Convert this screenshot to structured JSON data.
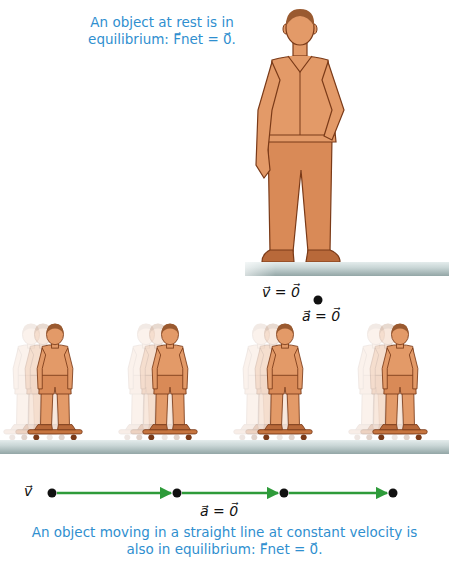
{
  "diagram": {
    "labels": [
      "An object at rest is in equilibrium: F⃗net = 0⃗.",
      "v⃗ = 0⃗",
      "a⃗ = 0⃗",
      "v⃗",
      "a⃗ = 0⃗",
      "An object moving in a straight line at constant velocity is also in equilibrium: F⃗net = 0⃗."
    ]
  }
}
